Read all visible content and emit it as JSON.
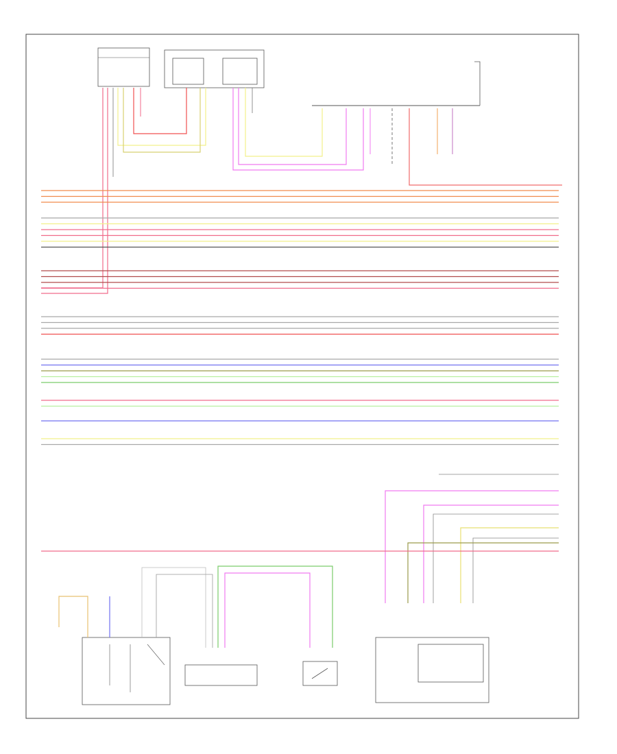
{
  "diagram": {
    "page_label": "",
    "colors": {
      "orange": "#f08a4b",
      "yellow": "#f2f08a",
      "pink": "#f06a8a",
      "lightpink": "#f4a0b4",
      "magenta": "#f07af0",
      "gray": "#a8a8a8",
      "darkred": "#b04a4a",
      "red": "#f05050",
      "blue": "#7070f0",
      "lightgreen": "#b8f0a0",
      "green": "#7acc6a",
      "olive": "#9a9a4a",
      "black": "#555555"
    },
    "bus_groups": [
      {
        "name": "group-1",
        "wires": [
          "orange",
          "orange",
          "orange"
        ]
      },
      {
        "name": "group-2",
        "wires": [
          "gray",
          "yellow",
          "pink",
          "pink",
          "yellow",
          "black"
        ]
      },
      {
        "name": "group-3",
        "wires": [
          "darkred",
          "darkred",
          "darkred",
          "pink"
        ]
      },
      {
        "name": "group-4",
        "wires": [
          "gray",
          "gray",
          "gray",
          "red"
        ]
      },
      {
        "name": "group-5",
        "wires": [
          "gray",
          "blue",
          "olive",
          "lightgreen",
          "green"
        ]
      },
      {
        "name": "group-6",
        "wires": [
          "pink",
          "lightgreen"
        ]
      },
      {
        "name": "group-7",
        "wires": [
          "blue"
        ]
      },
      {
        "name": "group-8",
        "wires": [
          "yellow",
          "gray"
        ]
      }
    ],
    "components": [
      {
        "id": "top-left-module",
        "label": ""
      },
      {
        "id": "top-center-module",
        "label": ""
      },
      {
        "id": "top-right-connector",
        "label": ""
      },
      {
        "id": "electrical-unit",
        "label": ""
      },
      {
        "id": "bottom-center-module",
        "label": ""
      },
      {
        "id": "switch-unit",
        "label": ""
      },
      {
        "id": "bottom-right-module",
        "label": ""
      }
    ]
  }
}
